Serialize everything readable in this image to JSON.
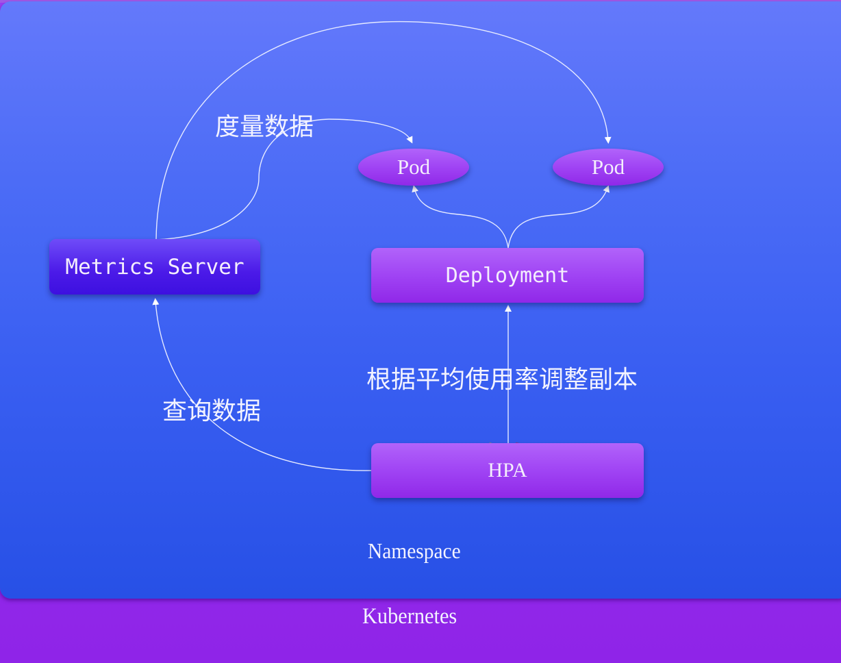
{
  "diagram": {
    "outer_container": {
      "label": "Kubernetes",
      "color": "#9028e8"
    },
    "inner_container": {
      "label": "Namespace",
      "color": "#3a5ff2"
    },
    "nodes": {
      "metrics_server": {
        "label": "Metrics Server",
        "color": "#4b1ae8"
      },
      "deployment": {
        "label": "Deployment",
        "color": "#a044f4"
      },
      "hpa": {
        "label": "HPA",
        "color": "#a044f4"
      },
      "pod_1": {
        "label": "Pod",
        "color": "#a044f4"
      },
      "pod_2": {
        "label": "Pod",
        "color": "#a044f4"
      }
    },
    "edge_labels": {
      "metrics_collection": "度量数据",
      "query_data": "查询数据",
      "scale_replicas": "根据平均使用率调整副本"
    },
    "edges": [
      {
        "from": "Metrics Server",
        "to": "Pod (left)",
        "label": "度量数据"
      },
      {
        "from": "Metrics Server",
        "to": "Pod (right)",
        "label": "度量数据"
      },
      {
        "from": "Deployment",
        "to": "Pod (left)",
        "label": ""
      },
      {
        "from": "Deployment",
        "to": "Pod (right)",
        "label": ""
      },
      {
        "from": "HPA",
        "to": "Deployment",
        "label": "根据平均使用率调整副本"
      },
      {
        "from": "HPA",
        "to": "Metrics Server",
        "label": "查询数据"
      }
    ],
    "line_color": "#e8ecff",
    "annotation_color": "#e0102a"
  }
}
